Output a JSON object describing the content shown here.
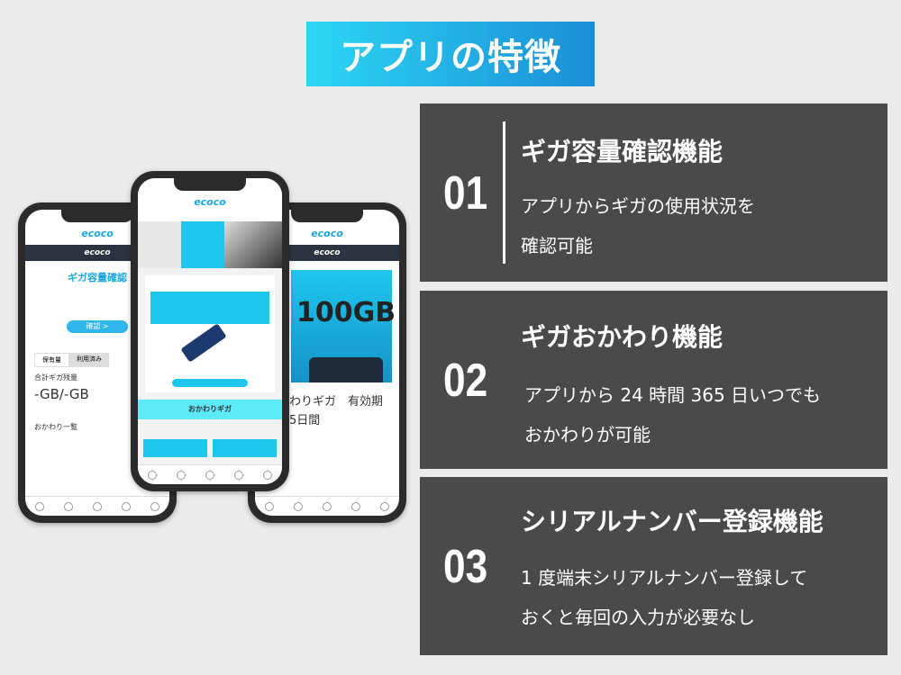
{
  "banner": {
    "title": "アプリの特徴"
  },
  "features": [
    {
      "number": "01",
      "title": "ギガ容量確認機能",
      "lines": [
        "アプリからギガの使用状況を",
        "確認可能"
      ]
    },
    {
      "number": "02",
      "title": "ギガおかわり機能",
      "lines": [
        "アプリから 24 時間 365 日いつでも",
        "おかわりが可能"
      ]
    },
    {
      "number": "03",
      "title": "シリアルナンバー登録機能",
      "lines": [
        "1 度端末シリアルナンバー登録して",
        "おくと毎回の入力が必要なし"
      ]
    }
  ],
  "phones": {
    "logo": "ecoco",
    "left": {
      "heading": "ギガ容量確認",
      "confirm": "確認 >",
      "tab1": "保有量",
      "tab2": "利用済み",
      "remaining_label": "合計ギガ残量",
      "remaining_value": "-GB/-GB",
      "list_title": "おかわり一覧"
    },
    "center": {
      "banner_button": "おかわりギガ"
    },
    "right": {
      "big": "100GB",
      "caption1": "わりギガ　有効期",
      "caption2": "5日間"
    }
  },
  "colors": {
    "card": "#4a4a4a",
    "accent": "#1aa7e0"
  }
}
